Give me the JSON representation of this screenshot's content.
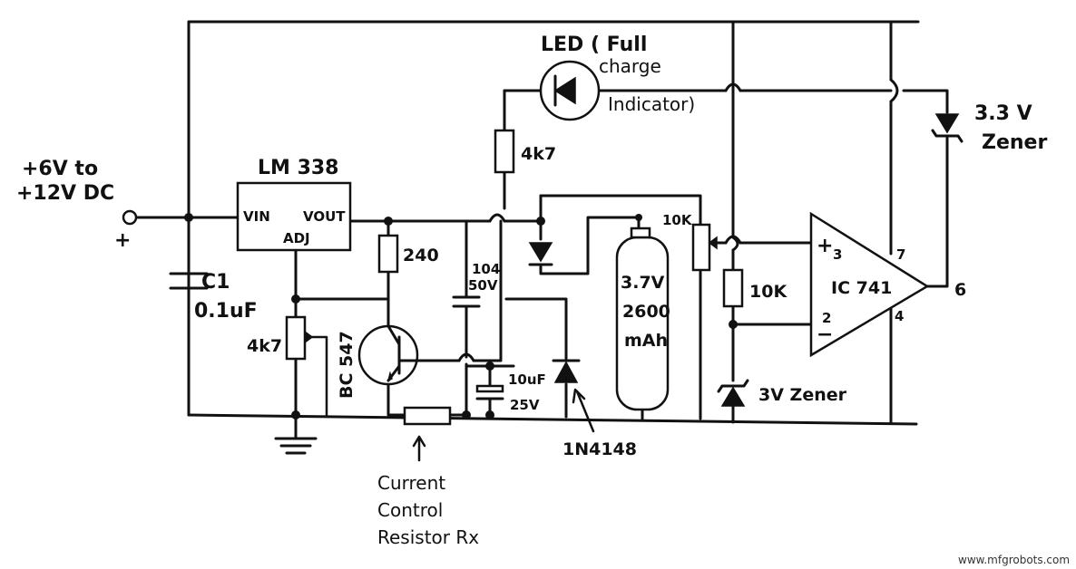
{
  "input": {
    "line1": "+6V to",
    "line2": "+12V DC",
    "plus": "+"
  },
  "regulator": {
    "name": "LM 338",
    "vin": "VIN",
    "vout": "VOUT",
    "adj": "ADJ"
  },
  "capacitor_c1": {
    "name": "C1",
    "value": "0.1uF"
  },
  "pot": {
    "value": "4k7"
  },
  "resistor_240": {
    "value": "240"
  },
  "transistor": {
    "name": "BC 547"
  },
  "current_control": {
    "line1": "Current",
    "line2": "Control",
    "line3": "Resistor Rx"
  },
  "cap_104": {
    "line1": "104",
    "line2": "50V"
  },
  "cap_10uf": {
    "line1": "10uF",
    "line2": "25V"
  },
  "diode_1n4148": {
    "name": "1N4148"
  },
  "resistor_4k7": {
    "value": "4k7"
  },
  "led": {
    "line1": "LED ( Full",
    "line2": "charge",
    "line3": "Indicator)"
  },
  "battery": {
    "line1": "3.7V",
    "line2": "2600",
    "line3": "mAh"
  },
  "pot_10k": {
    "value": "10K"
  },
  "resistor_10k": {
    "value": "10K"
  },
  "zener_3v": {
    "name": "3V Zener"
  },
  "zener_33v": {
    "line1": "3.3 V",
    "line2": "Zener"
  },
  "opamp": {
    "name": "IC 741",
    "pin3": "3",
    "pin2": "2",
    "pin7": "7",
    "pin4": "4",
    "pin6": "6",
    "plus": "+",
    "minus": "−"
  },
  "watermark": "www.mfgrobots.com"
}
